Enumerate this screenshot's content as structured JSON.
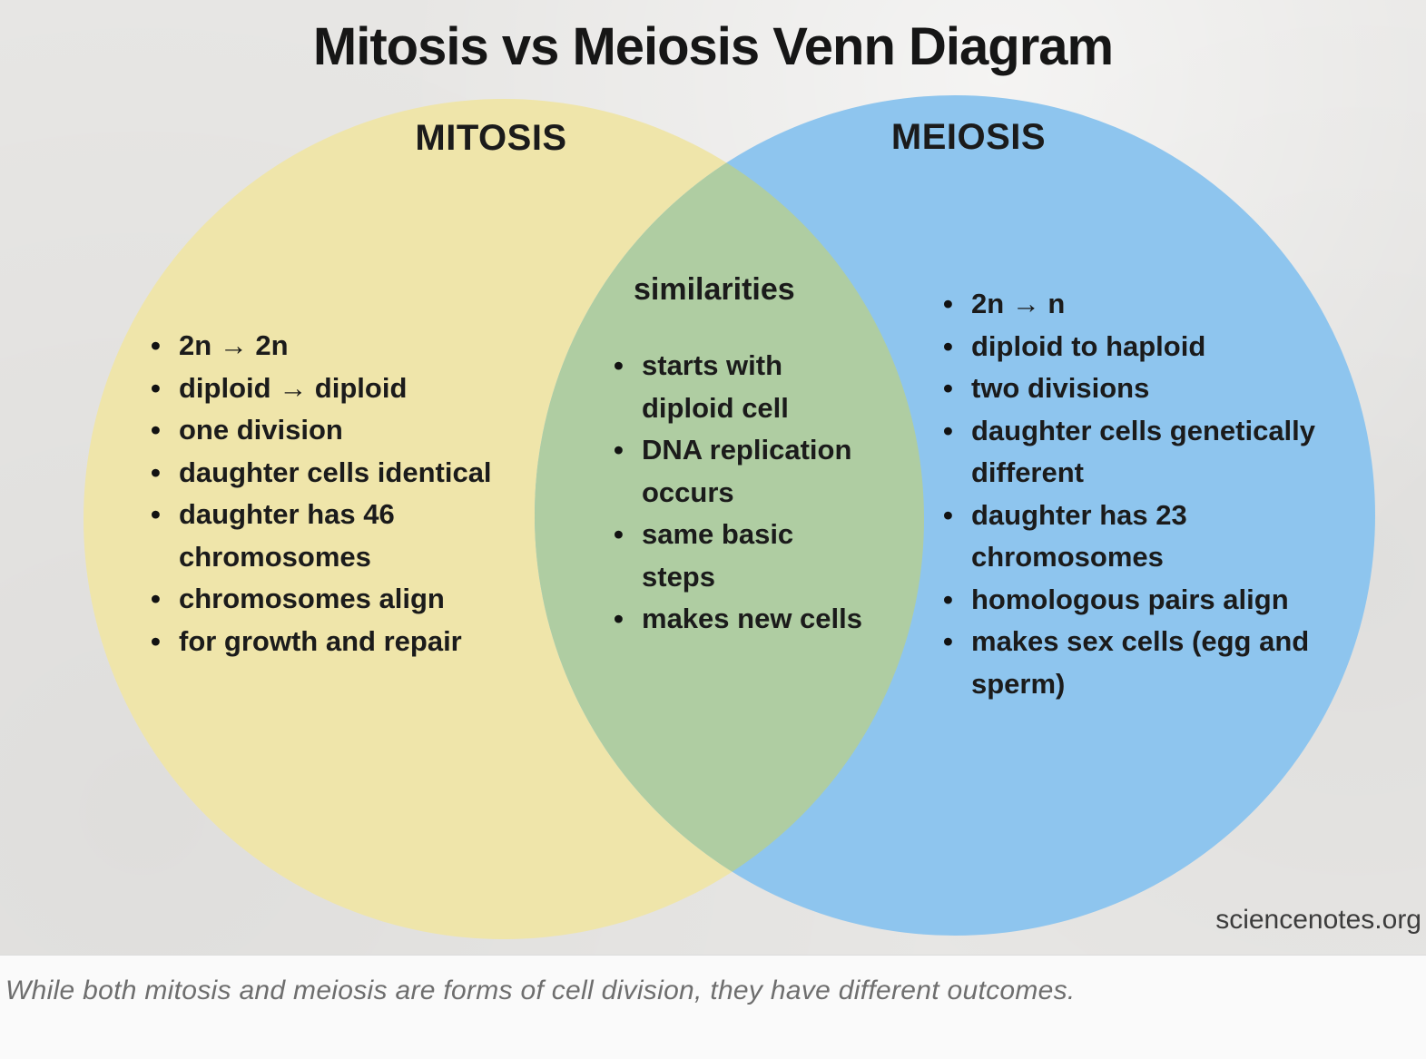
{
  "title": "Mitosis vs Meiosis Venn Diagram",
  "attribution": "sciencenotes.org",
  "caption": "While both mitosis and meiosis are forms of cell division, they have different outcomes.",
  "colors": {
    "left_circle": "#EFE5AA",
    "right_circle": "#8EC5EE",
    "overlap": "#AFCDA2",
    "background": "#E7E6E4",
    "caption_background": "#FAFAFA",
    "text": "#1B1B1B",
    "caption_text": "#6E6E6E"
  },
  "venn": {
    "left": {
      "label": "MITOSIS",
      "items": [
        "2n → 2n",
        "diploid → diploid",
        "one division",
        "daughter cells identical",
        "daughter has 46\nchromosomes",
        "chromosomes align",
        "for growth and repair"
      ]
    },
    "overlap": {
      "label": "similarities",
      "items": [
        "starts with\ndiploid cell",
        "DNA replication\noccurs",
        "same basic\nsteps",
        "makes new cells"
      ]
    },
    "right": {
      "label": "MEIOSIS",
      "items": [
        "2n → n",
        "diploid to haploid",
        "two divisions",
        "daughter cells genetically\ndifferent",
        "daughter has 23\nchromosomes",
        "homologous pairs align",
        "makes sex cells (egg and\nsperm)"
      ]
    }
  }
}
